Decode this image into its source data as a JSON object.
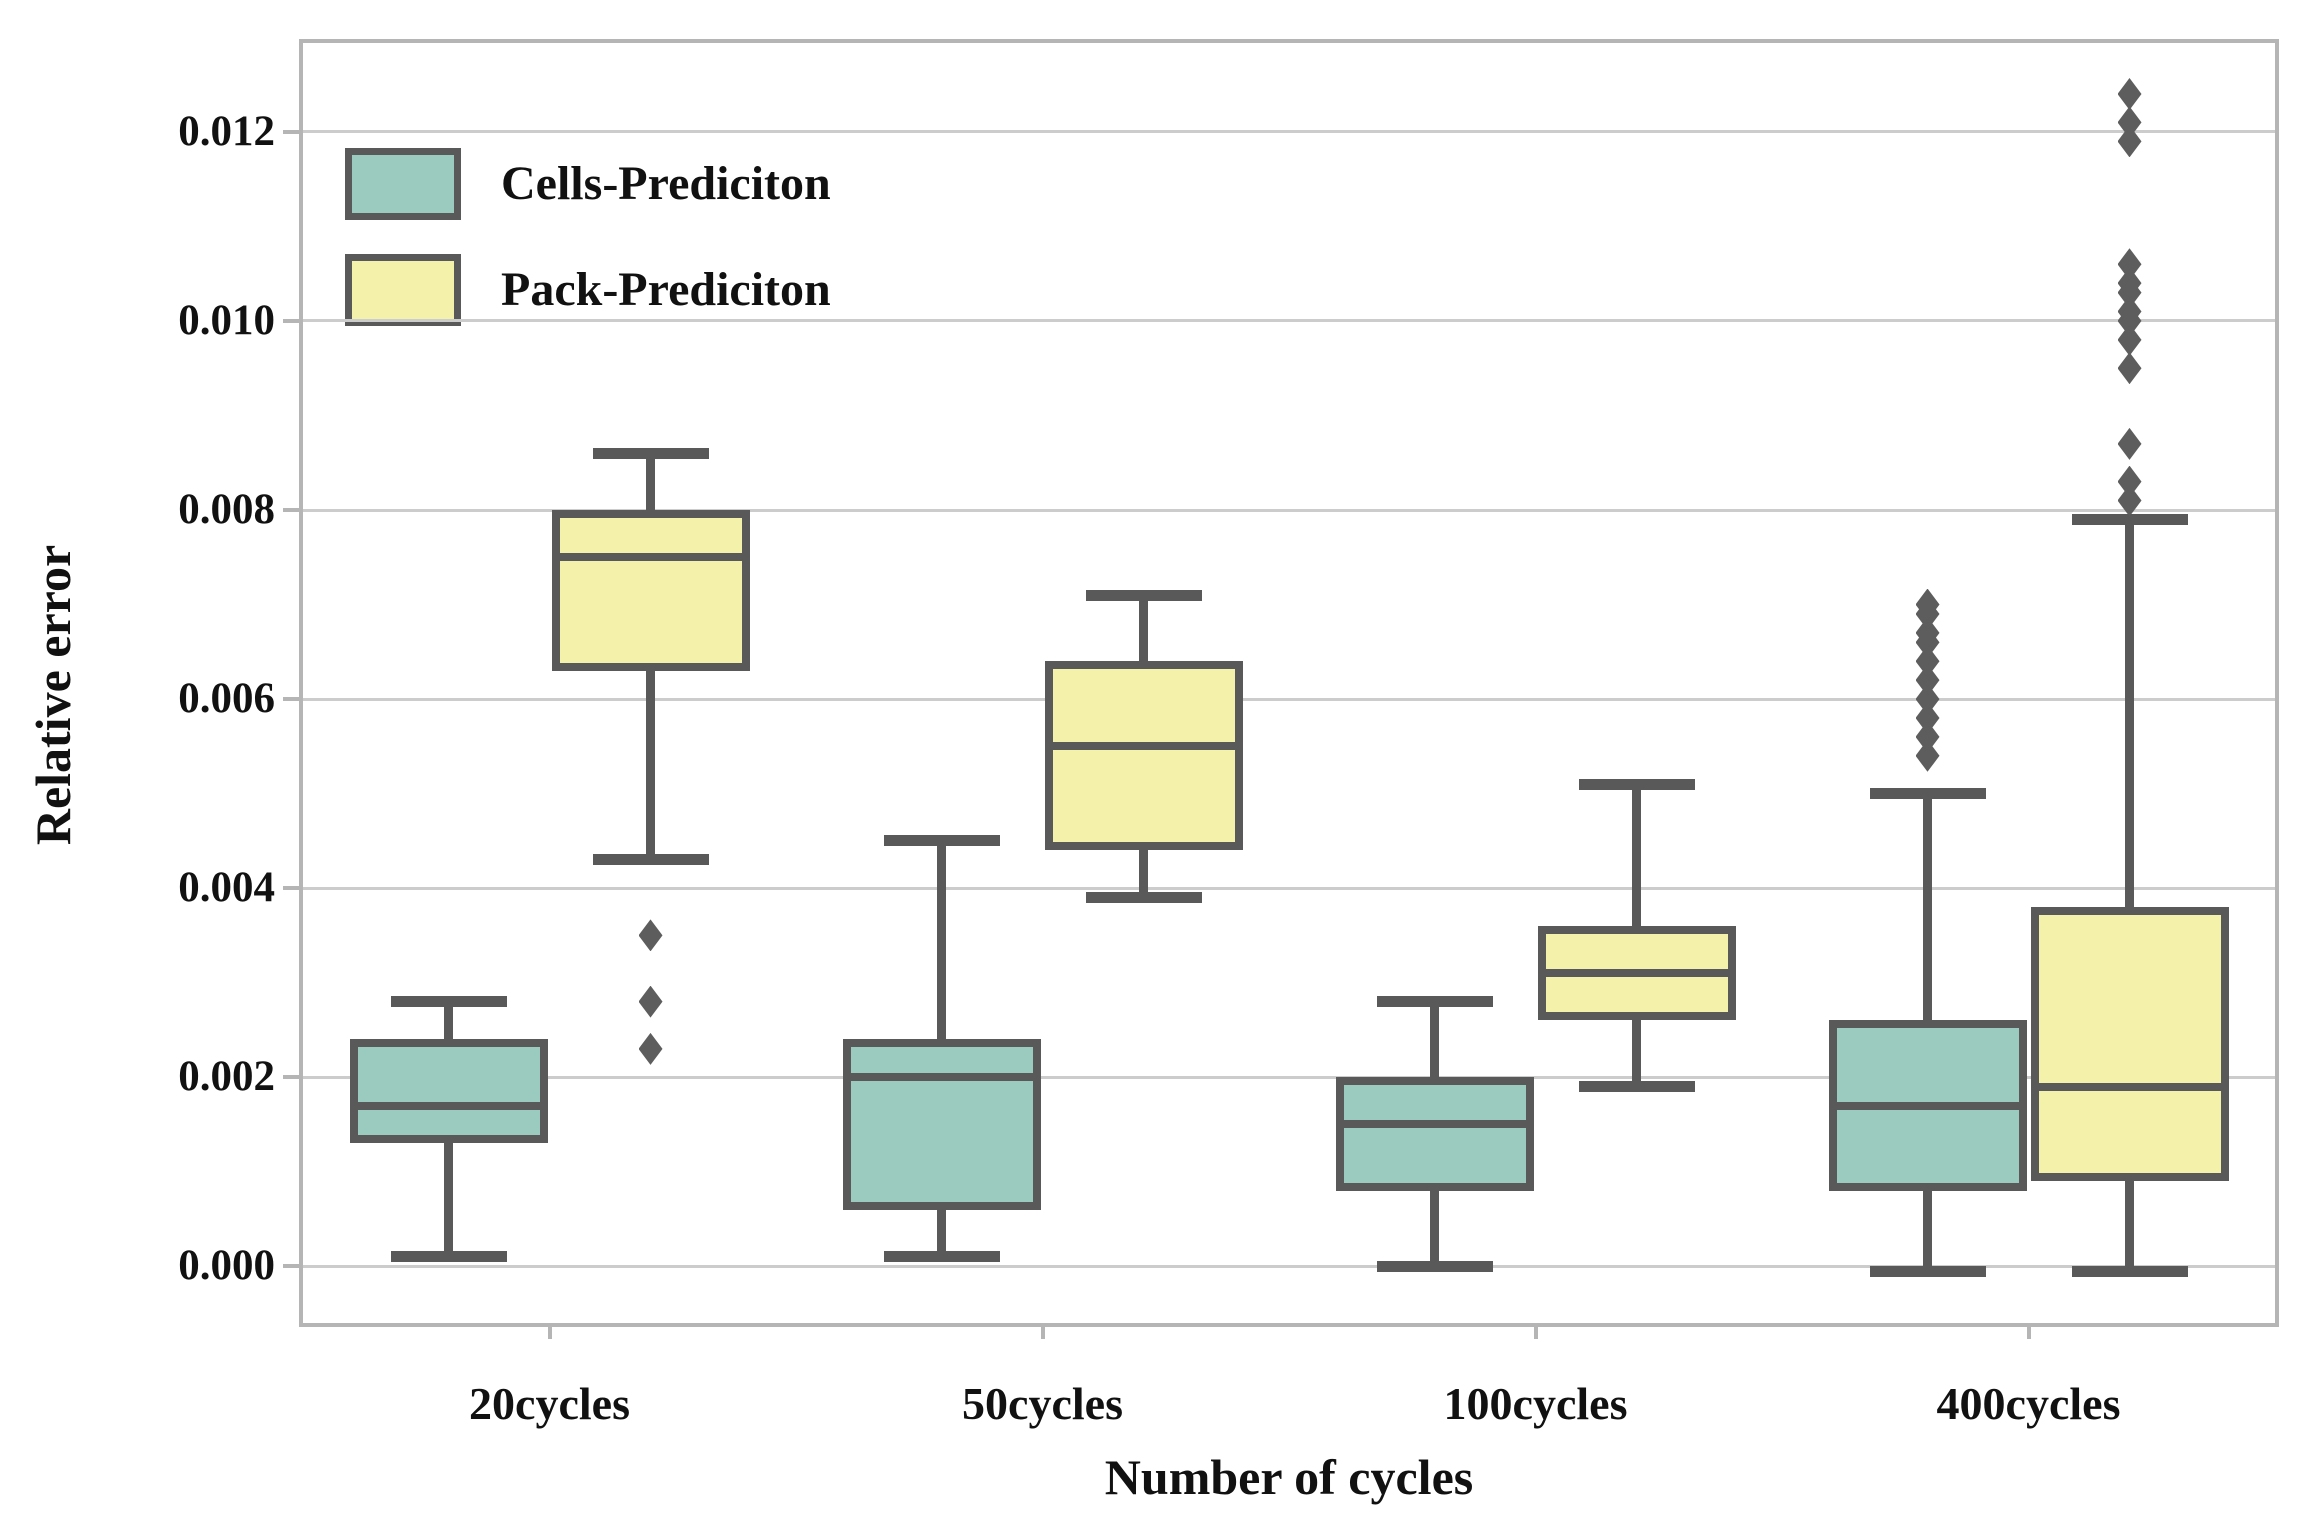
{
  "chart_data": {
    "type": "boxplot",
    "xlabel": "Number of cycles",
    "ylabel": "Relative error",
    "categories": [
      "20cycles",
      "50cycles",
      "100cycles",
      "400cycles"
    ],
    "ytick_values": [
      0.0,
      0.002,
      0.004,
      0.006,
      0.008,
      0.01,
      0.012
    ],
    "ytick_labels": [
      "0.000",
      "0.002",
      "0.004",
      "0.006",
      "0.008",
      "0.010",
      "0.012"
    ],
    "ylim": [
      -0.0006,
      0.01294
    ],
    "grid": true,
    "legend_position": "upper-left",
    "series": [
      {
        "name": "Cells-Prediciton",
        "color": "#9acbbe",
        "boxes": [
          {
            "category": "20cycles",
            "whisker_low": 0.0001,
            "q1": 0.0013,
            "median": 0.0017,
            "q3": 0.0024,
            "whisker_high": 0.0028,
            "outliers": []
          },
          {
            "category": "50cycles",
            "whisker_low": 0.0001,
            "q1": 0.0006,
            "median": 0.002,
            "q3": 0.0024,
            "whisker_high": 0.0045,
            "outliers": []
          },
          {
            "category": "100cycles",
            "whisker_low": 0.0,
            "q1": 0.0008,
            "median": 0.0015,
            "q3": 0.002,
            "whisker_high": 0.0028,
            "outliers": []
          },
          {
            "category": "400cycles",
            "whisker_low": -5e-05,
            "q1": 0.0008,
            "median": 0.0017,
            "q3": 0.0026,
            "whisker_high": 0.005,
            "outliers": [
              0.0054,
              0.0056,
              0.0058,
              0.006,
              0.0062,
              0.0064,
              0.0066,
              0.0067,
              0.0069,
              0.007
            ]
          }
        ]
      },
      {
        "name": "Pack-Prediciton",
        "color": "#f4f1aa",
        "boxes": [
          {
            "category": "20cycles",
            "whisker_low": 0.0043,
            "q1": 0.0063,
            "median": 0.0075,
            "q3": 0.008,
            "whisker_high": 0.0086,
            "outliers": [
              0.0023,
              0.0028,
              0.0035
            ]
          },
          {
            "category": "50cycles",
            "whisker_low": 0.0039,
            "q1": 0.0044,
            "median": 0.0055,
            "q3": 0.0064,
            "whisker_high": 0.0071,
            "outliers": []
          },
          {
            "category": "100cycles",
            "whisker_low": 0.0019,
            "q1": 0.0026,
            "median": 0.0031,
            "q3": 0.0036,
            "whisker_high": 0.0051,
            "outliers": []
          },
          {
            "category": "400cycles",
            "whisker_low": -5e-05,
            "q1": 0.0009,
            "median": 0.0019,
            "q3": 0.0038,
            "whisker_high": 0.0079,
            "outliers": [
              0.0081,
              0.0083,
              0.0087,
              0.0095,
              0.0098,
              0.01,
              0.0101,
              0.0103,
              0.0104,
              0.0106,
              0.0119,
              0.0121,
              0.0124
            ]
          }
        ]
      }
    ],
    "style": {
      "box_border": "#595959",
      "gridline": "#cccccc",
      "plot_border": "#b5b5b5",
      "text": "#111111",
      "background": "#ffffff"
    }
  }
}
